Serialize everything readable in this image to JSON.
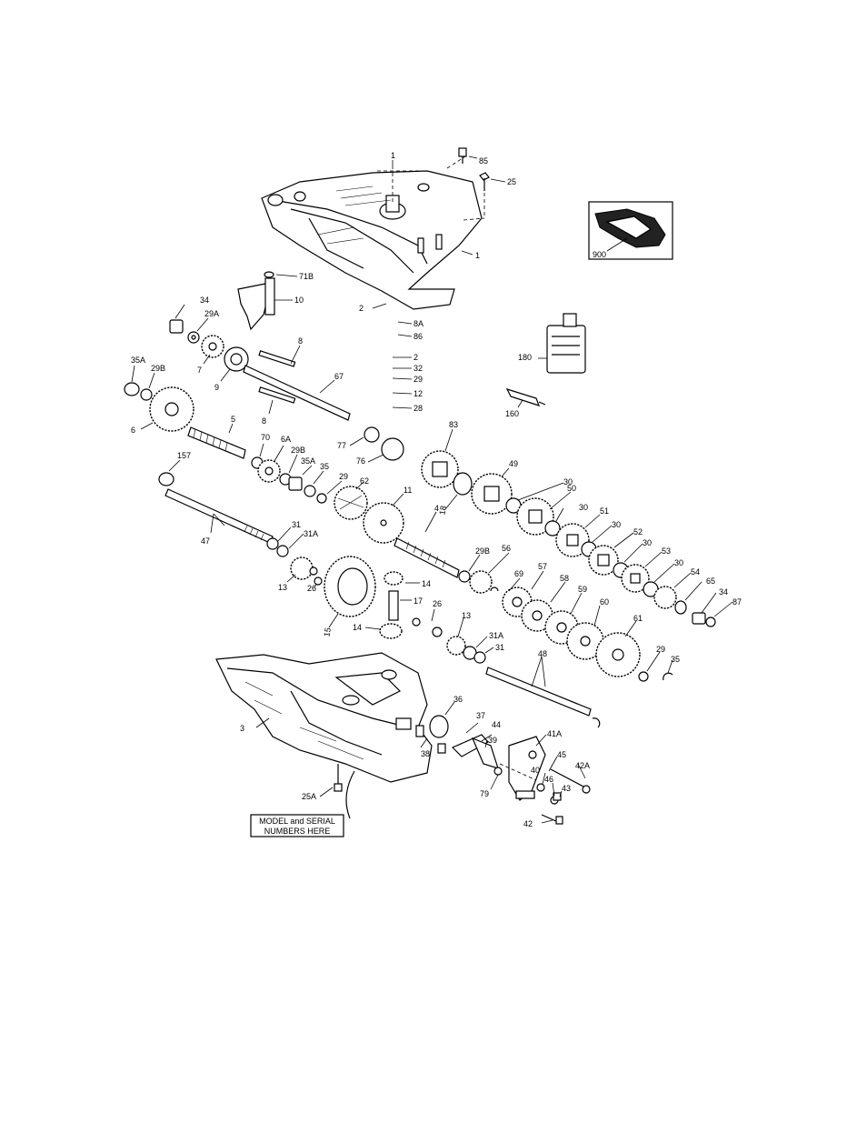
{
  "diagram": {
    "inset_label": "900",
    "note_line1": "MODEL and SERIAL",
    "note_line2": "NUMBERS HERE",
    "callouts": {
      "c1": "1",
      "c1top": "1",
      "c85": "85",
      "c25": "25",
      "c71B": "71B",
      "c10": "10",
      "c2a": "2",
      "c8A": "8A",
      "c86": "86",
      "c2b": "2",
      "c32": "32",
      "c29a": "29",
      "c12": "12",
      "c28": "28",
      "c34a": "34",
      "c29A": "29A",
      "c7": "7",
      "c9": "9",
      "c8a": "8",
      "c67": "67",
      "c8b": "8",
      "c35Aa": "35A",
      "c29Ba": "29B",
      "c6": "6",
      "c5": "5",
      "c70": "70",
      "c6A": "6A",
      "c29Bb": "29B",
      "c35Ab": "35A",
      "c35a": "35",
      "c29b": "29",
      "c62": "62",
      "c77": "77",
      "c76": "76",
      "c83": "83",
      "c49": "49",
      "c18": "18",
      "c11": "11",
      "c157": "157",
      "c30a": "30",
      "c50": "50",
      "c30b": "30",
      "c51": "51",
      "c30c": "30",
      "c52": "52",
      "c30d": "30",
      "c53": "53",
      "c30e": "30",
      "c54": "54",
      "c65": "65",
      "c34b": "34",
      "c87": "87",
      "c4": "4",
      "c47": "47",
      "c31a": "31",
      "c31Aa": "31A",
      "c13a": "13",
      "c26a": "26",
      "c29Bc": "29B",
      "c56": "56",
      "c69": "69",
      "c57": "57",
      "c58": "58",
      "c59": "59",
      "c60": "60",
      "c61": "61",
      "c14a": "14",
      "c17": "17",
      "c15": "15",
      "c14b": "14",
      "c26b": "26",
      "c13b": "13",
      "c31Ab": "31A",
      "c31b": "31",
      "c48": "48",
      "c29c": "29",
      "c35b": "35",
      "c3": "3",
      "c36": "36",
      "c37": "37",
      "c44": "44",
      "c39": "39",
      "c38": "38",
      "c41A": "41A",
      "c45": "45",
      "c42A": "42A",
      "c40": "40",
      "c46": "46",
      "c43": "43",
      "c79": "79",
      "c42": "42",
      "c25A": "25A",
      "c180": "180",
      "c160": "160"
    }
  }
}
